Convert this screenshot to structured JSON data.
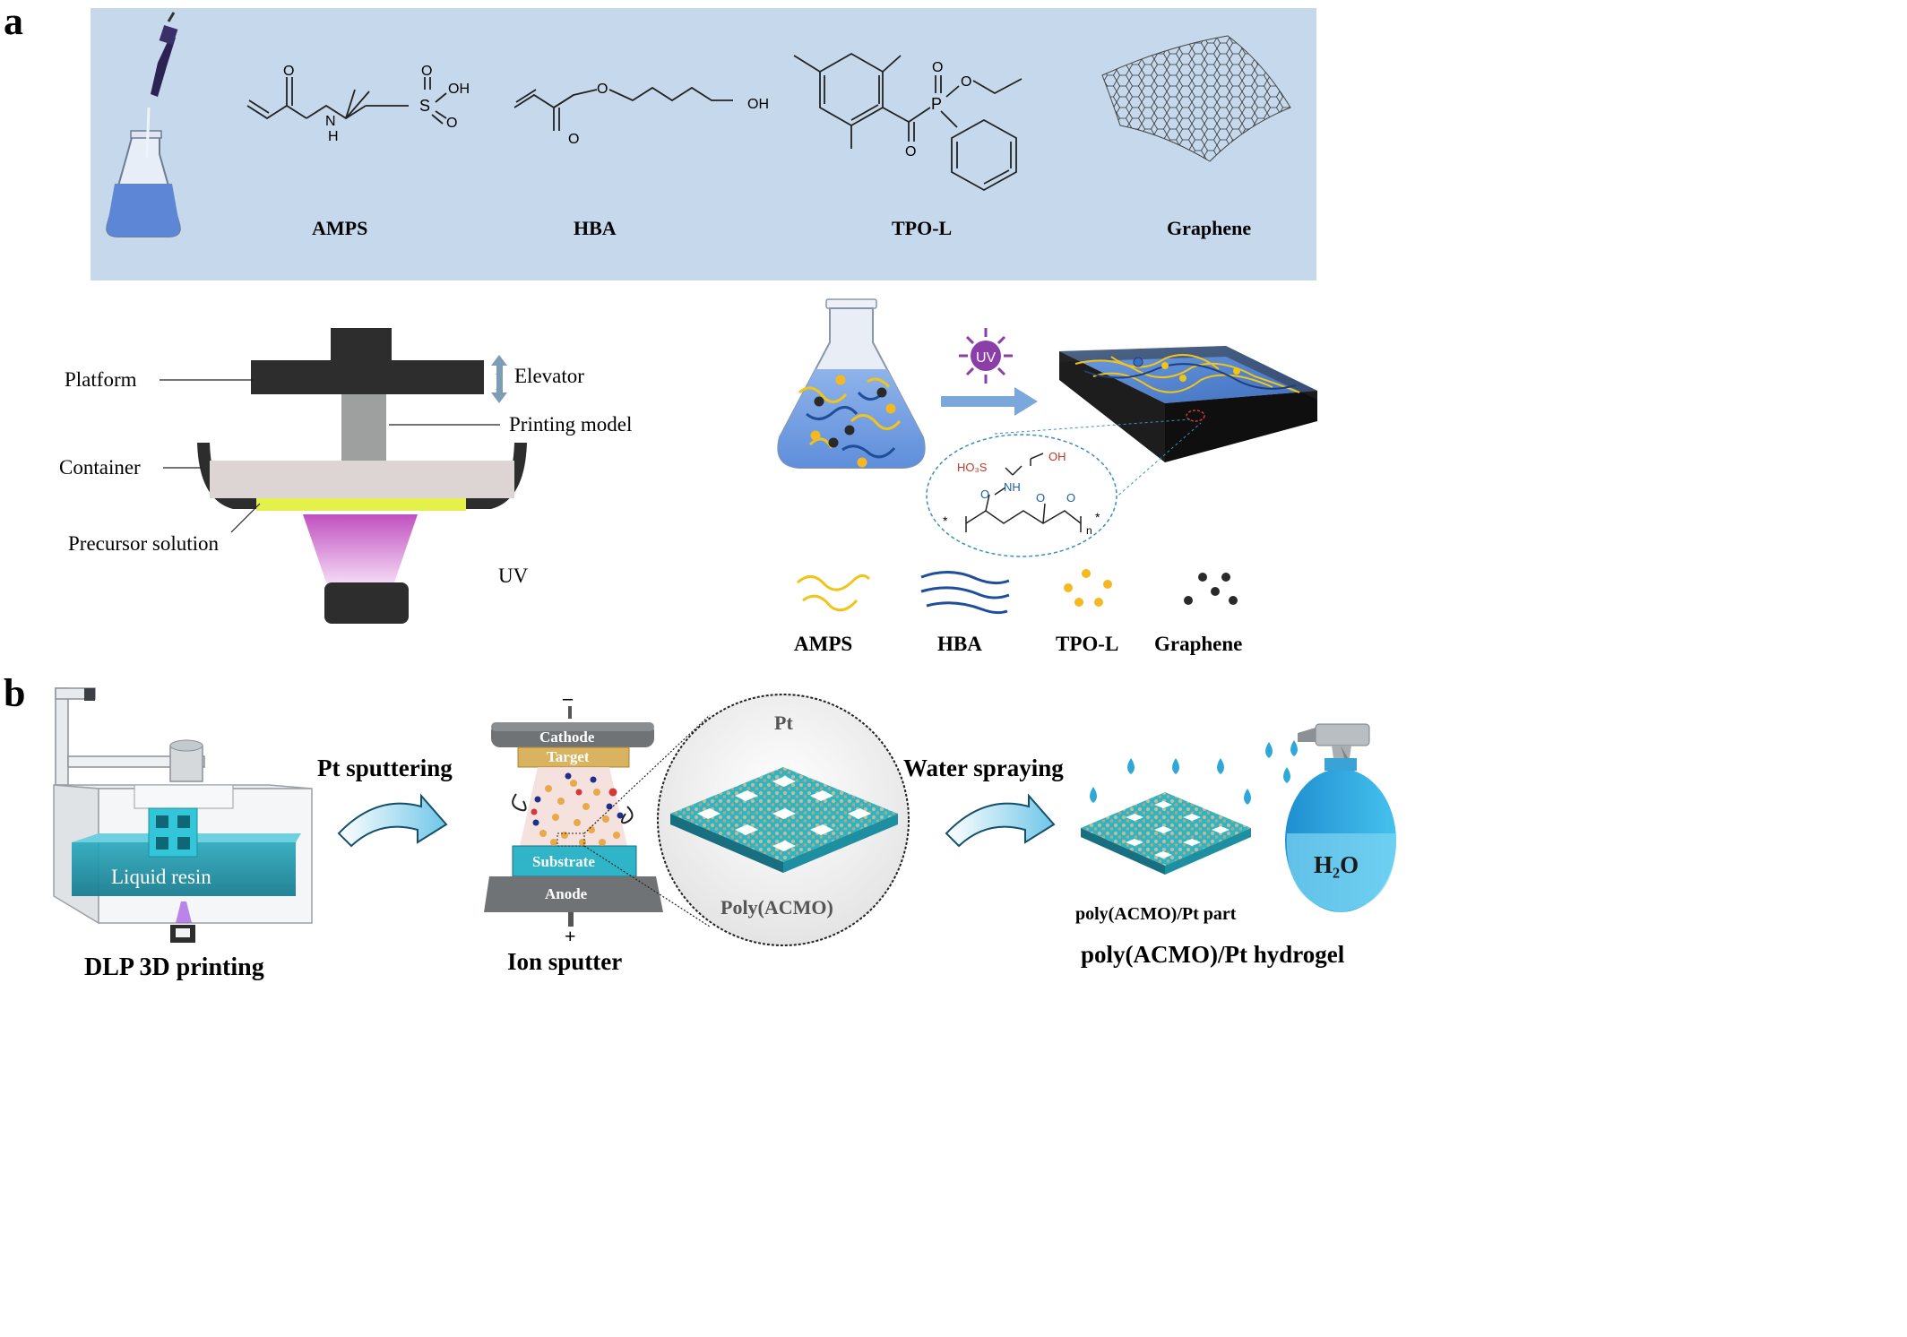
{
  "panel_a": {
    "letter": "a",
    "reagents": {
      "amps": "AMPS",
      "hba": "HBA",
      "tpol": "TPO-L",
      "graphene": "Graphene"
    },
    "chem_labels": {
      "amps_oh": "OH",
      "amps_o1": "O",
      "amps_o2": "O",
      "amps_o3": "O",
      "amps_s": "S",
      "amps_n": "N",
      "amps_h": "H",
      "hba_o1": "O",
      "hba_o2": "O",
      "hba_oh": "OH",
      "tpo_p": "P",
      "tpo_o1": "O",
      "tpo_o2": "O",
      "tpo_o3": "O"
    },
    "printer_labels": {
      "platform": "Platform",
      "elevator": "Elevator",
      "printing_model": "Printing model",
      "container": "Container",
      "precursor": "Precursor solution",
      "uv": "UV"
    },
    "reaction": {
      "uv_badge": "UV",
      "polymer_left": "HO₃S",
      "polymer_nh": "NH",
      "polymer_oh": "OH",
      "polymer_o1": "O",
      "polymer_o2": "O",
      "polymer_o3": "O",
      "polymer_n": "n",
      "star_left": "*",
      "star_right": "*"
    },
    "legend": {
      "amps": "AMPS",
      "hba": "HBA",
      "tpol": "TPO-L",
      "graphene": "Graphene"
    },
    "colors": {
      "banner": "#c5d8ec",
      "yellow_chain": "#f0c419",
      "blue_chain": "#1f4f9a",
      "tpo_dot": "#f5b820",
      "graphene_dot": "#2a2a2a",
      "uv_purple": "#8b3ea8",
      "arrow_blue": "#7aa7dc"
    }
  },
  "panel_b": {
    "letter": "b",
    "dlp_resin": "Liquid resin",
    "dlp_caption": "DLP 3D printing",
    "step1": "Pt sputtering",
    "sputter": {
      "minus": "–",
      "cathode": "Cathode",
      "target": "Target",
      "substrate": "Substrate",
      "anode": "Anode",
      "plus": "+",
      "caption": "Ion sputter"
    },
    "zoom": {
      "pt": "Pt",
      "poly": "Poly(ACMO)"
    },
    "step2": "Water spraying",
    "h2o": "H₂O",
    "part_label": "poly(ACMO)/Pt part",
    "final_caption": "poly(ACMO)/Pt hydrogel",
    "colors": {
      "teal": "#2bb6c8",
      "dark_teal": "#176f80",
      "bottle": "#2aa9e0"
    }
  }
}
